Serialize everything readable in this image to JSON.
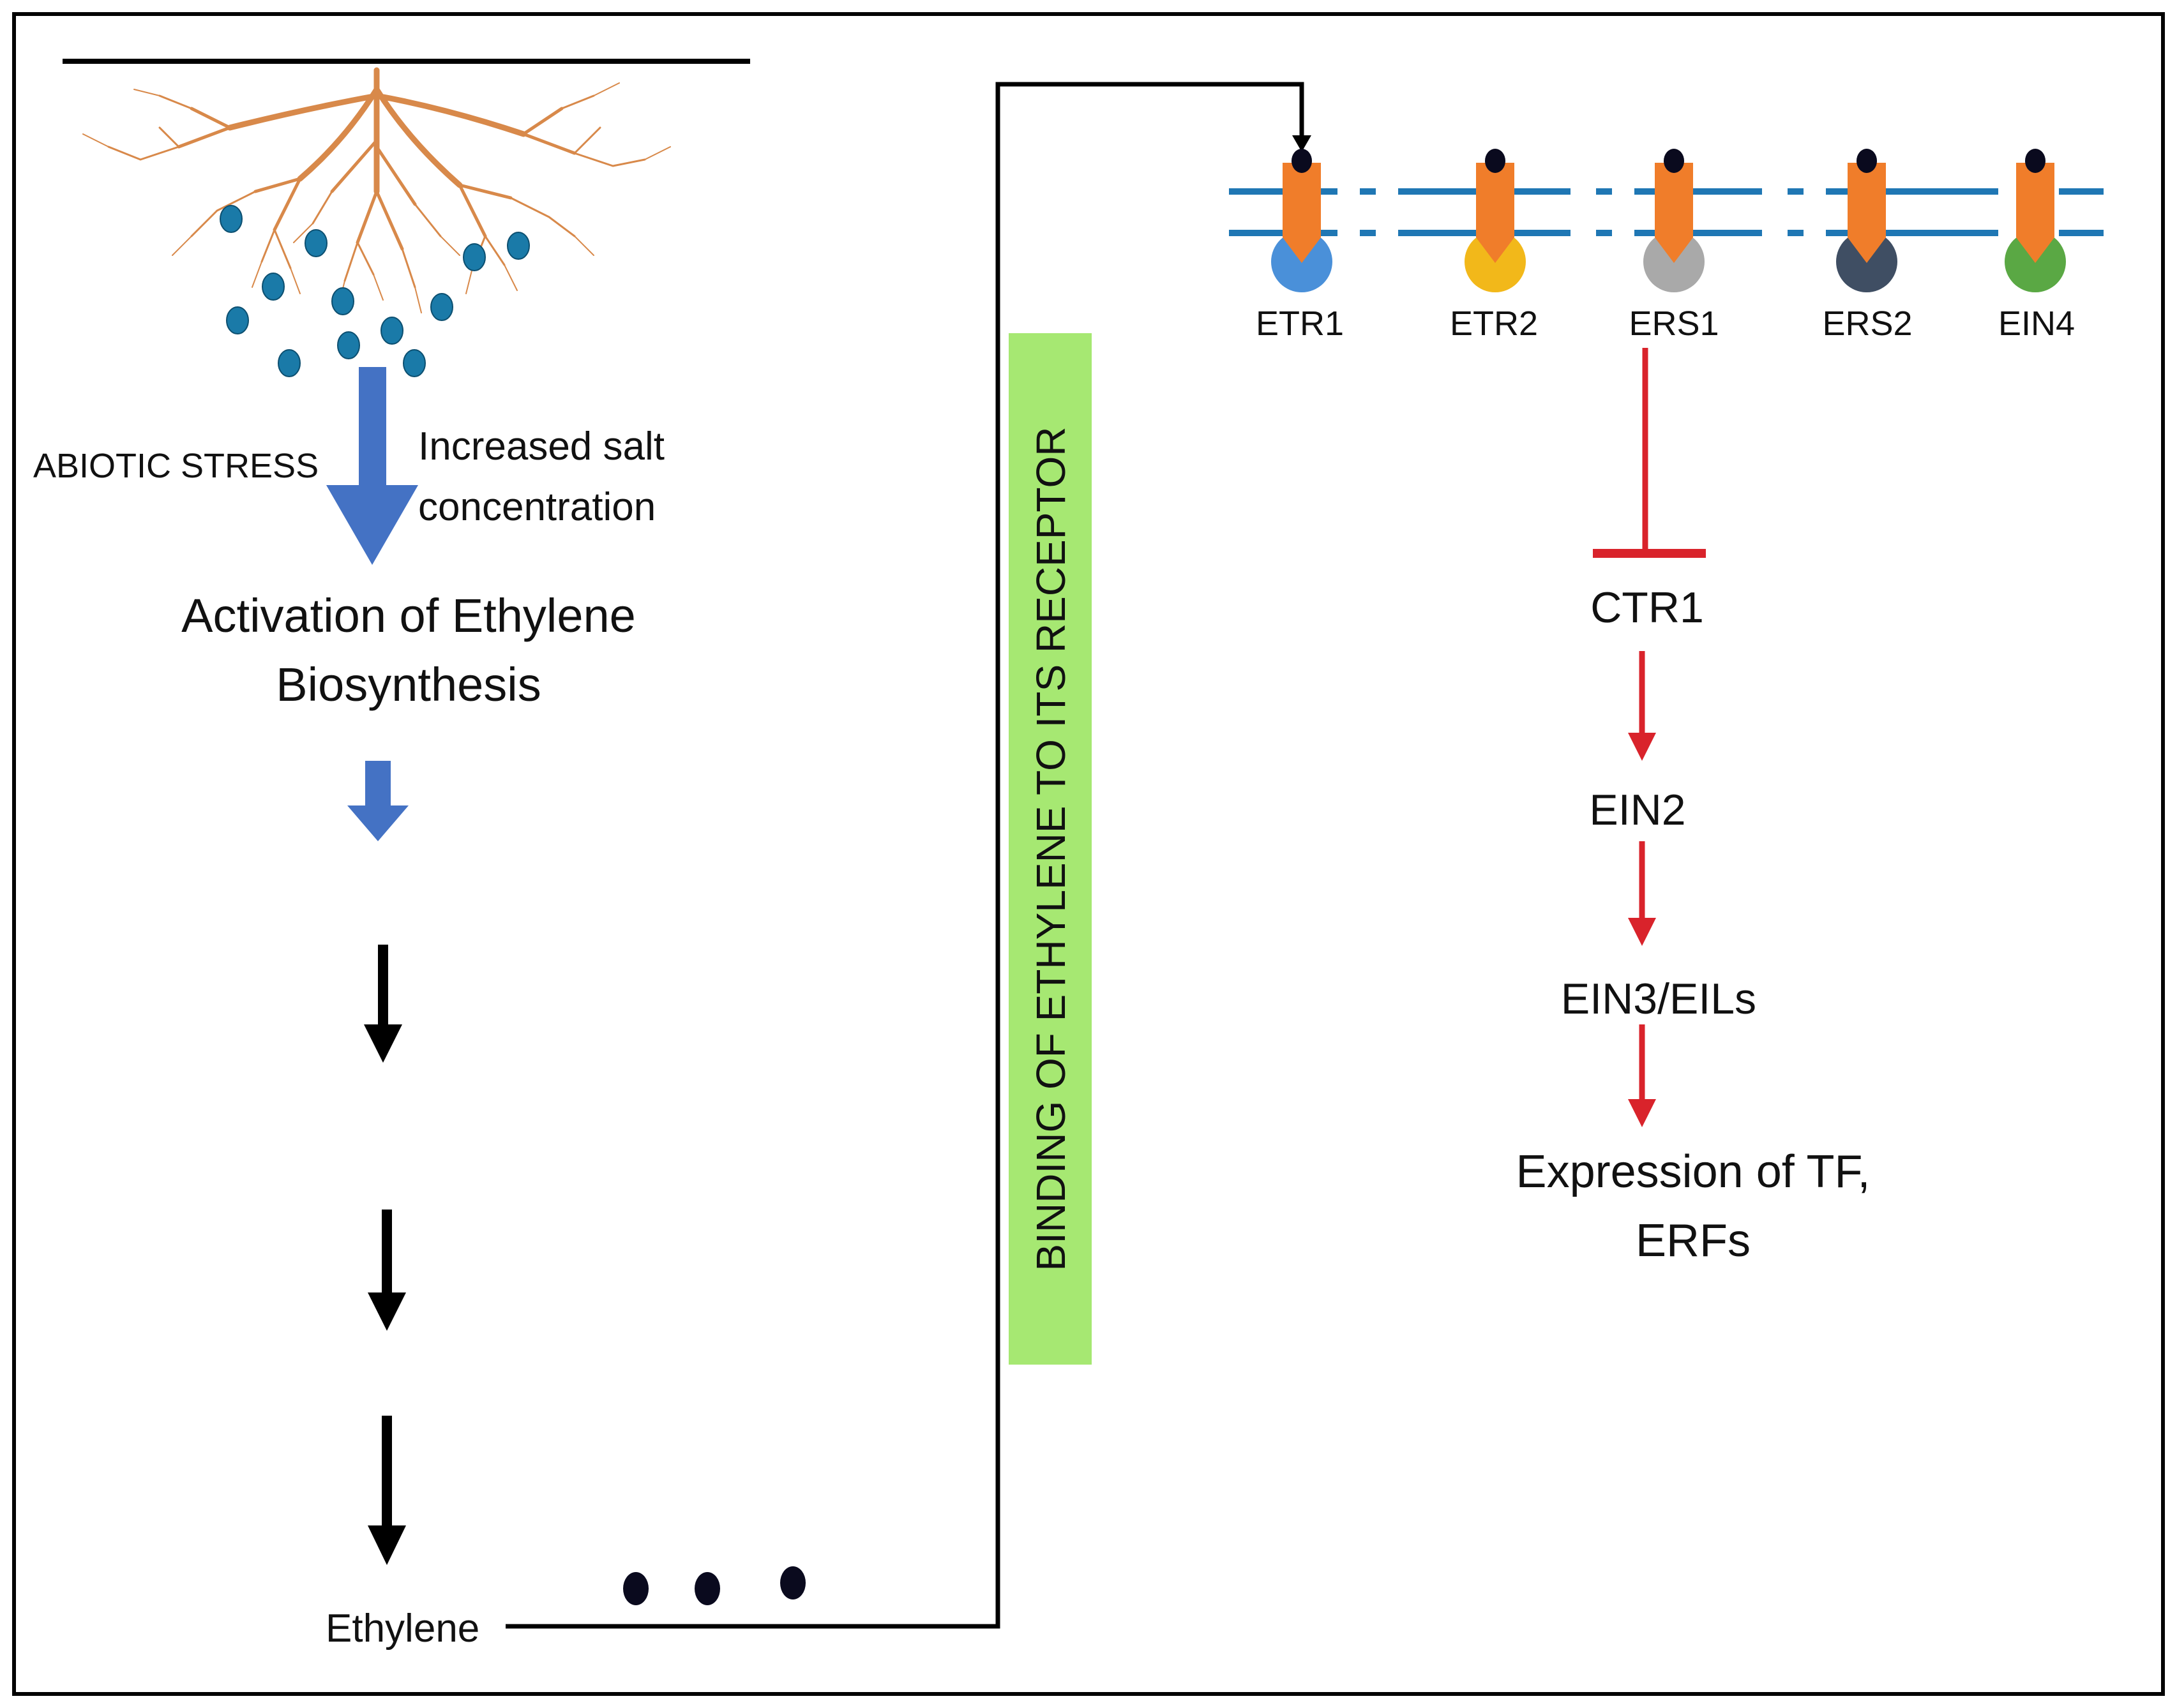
{
  "left": {
    "stress_label": "ABIOTIC STRESS",
    "salt_line1": "Increased salt",
    "salt_line2": "concentration",
    "activation_line1": "Activation of Ethylene",
    "activation_line2": "Biosynthesis",
    "ethylene_label": "Ethylene"
  },
  "binding_label": "BINDING OF ETHYLENE TO ITS RECEPTOR",
  "receptors": [
    {
      "label": "ETR1",
      "color": "#4a90d9"
    },
    {
      "label": "ETR2",
      "color": "#f2b81a"
    },
    {
      "label": "ERS1",
      "color": "#a9a9a9"
    },
    {
      "label": "ERS2",
      "color": "#3f4e63"
    },
    {
      "label": "EIN4",
      "color": "#5aa844"
    }
  ],
  "pathway": {
    "ctr1": "CTR1",
    "ein2": "EIN2",
    "ein3": "EIN3/EILs",
    "expr_line1": "Expression of TF,",
    "expr_line2": "ERFs"
  },
  "colors": {
    "membrane": "#1f77b4",
    "receptor_body": "#f07d2a",
    "blue_arrow": "#4472c4",
    "red_arrow": "#d9232b",
    "root": "#d8894a",
    "droplet": "#1a7aa8",
    "label_bg": "#a6e872"
  }
}
